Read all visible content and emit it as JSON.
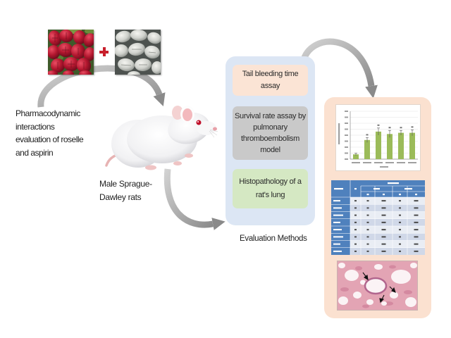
{
  "ingredients": {
    "roselle_image": "roselle-calyces-photo",
    "aspirin_image": "aspirin-tablets-photo",
    "combine_icon": "plus-icon",
    "plus_color": "#c8202c"
  },
  "intro": {
    "lines": [
      "Pharmacodynamic",
      "interactions",
      "evaluation of roselle",
      "and aspirin"
    ]
  },
  "subject": {
    "image": "white-rat-photo",
    "lines": [
      "Male Sprague-",
      "Dawley rats"
    ]
  },
  "evaluation": {
    "panel_color": "#dce6f4",
    "label": "Evaluation Methods",
    "methods": [
      {
        "lines": [
          "Tail bleeding time",
          "assay"
        ],
        "color": "#fbe4d5"
      },
      {
        "lines": [
          "Survival rate assay by",
          "pulmonary",
          "thromboembolism",
          "model"
        ],
        "color": "#c9c9c9"
      },
      {
        "lines": [
          "Histopathology of a",
          "rat's lung"
        ],
        "color": "#d5e8c3"
      }
    ]
  },
  "results": {
    "panel_color": "#fbe1d0",
    "histology_image": "lung-histology-photo",
    "table": {
      "header_color": "#4f81bd",
      "row_colors": [
        "#e9edf4",
        "#d0d8e8"
      ]
    }
  },
  "arrows": {
    "icon": "curved-arrow-icon",
    "color": "#8c8c8c"
  },
  "chart_data": {
    "type": "bar",
    "values": [
      4,
      16,
      23,
      21,
      22,
      22
    ],
    "errors": [
      1,
      2,
      3,
      3,
      2,
      2.5
    ],
    "ylim": [
      0,
      40
    ],
    "grid": true,
    "bar_color": "#9bbb59"
  }
}
